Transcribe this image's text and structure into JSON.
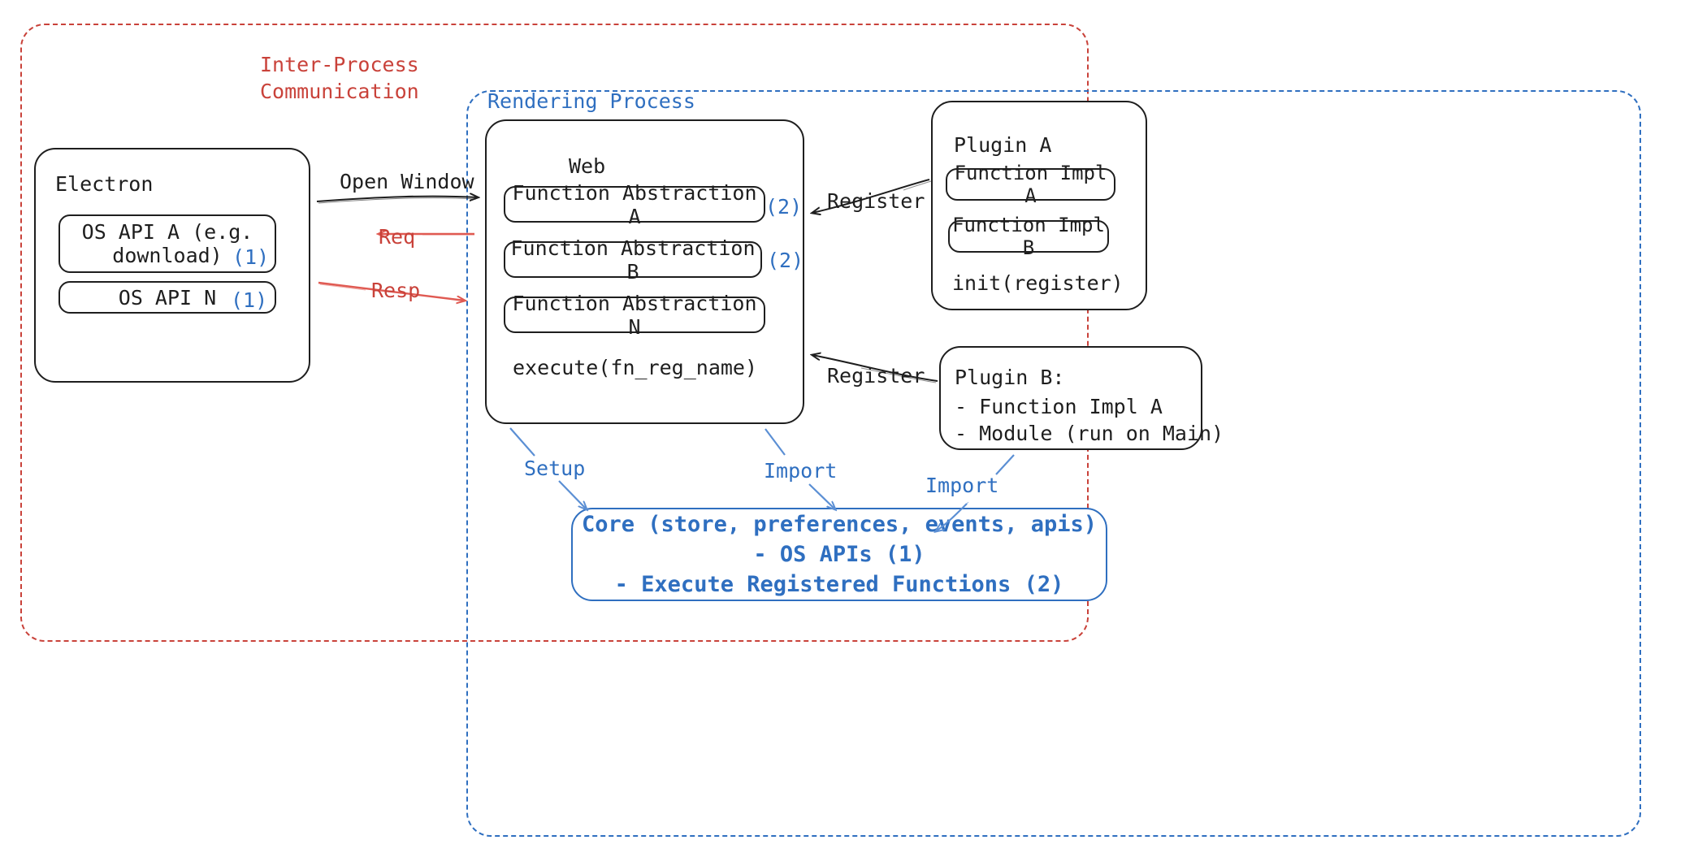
{
  "diagram": {
    "title": "Electron plugin architecture",
    "colors": {
      "red": "#c9423a",
      "blue": "#2f6fc0",
      "black": "#1e1e1e",
      "background": "#ffffff"
    },
    "groups": [
      {
        "id": "ipc",
        "label": "Inter-Process\nCommunication",
        "style": "dashed",
        "color": "#c9423a"
      },
      {
        "id": "rendering",
        "label": "Rendering Process",
        "style": "dashed",
        "color": "#2f6fc0"
      }
    ],
    "electron": {
      "title": "Electron",
      "items": [
        {
          "label": "OS API A (e.g.\ndownload)",
          "badge": "(1)"
        },
        {
          "label": "OS API N",
          "badge": "(1)"
        }
      ]
    },
    "web": {
      "title": "Web",
      "items": [
        {
          "label": "Function Abstraction A",
          "badge": "(2)"
        },
        {
          "label": "Function Abstraction B",
          "badge": "(2)"
        },
        {
          "label": "Function Abstraction N",
          "badge": ""
        }
      ],
      "footer": "execute(fn_reg_name)"
    },
    "plugin_a": {
      "title": "Plugin A",
      "items": [
        {
          "label": "Function Impl A"
        },
        {
          "label": "Function Impl B"
        }
      ],
      "footer": "init(register)"
    },
    "plugin_b": {
      "title": "Plugin B:",
      "lines": [
        "- Function Impl A",
        "- Module (run on Main)"
      ]
    },
    "core": {
      "lines": [
        "Core (store, preferences, events, apis)",
        "- OS APIs (1)",
        "- Execute Registered Functions (2)"
      ]
    },
    "edges": [
      {
        "id": "open-window",
        "label": "Open Window",
        "color": "#1e1e1e",
        "from": "electron",
        "to": "web"
      },
      {
        "id": "req",
        "label": "Req",
        "color": "#c9423a",
        "from": "web",
        "to": "electron"
      },
      {
        "id": "resp",
        "label": "Resp",
        "color": "#c9423a",
        "from": "electron",
        "to": "web"
      },
      {
        "id": "register-a",
        "label": "Register",
        "color": "#1e1e1e",
        "from": "plugin_a",
        "to": "web"
      },
      {
        "id": "register-b",
        "label": "Register",
        "color": "#1e1e1e",
        "from": "plugin_b",
        "to": "web"
      },
      {
        "id": "setup",
        "label": "Setup",
        "color": "#2f6fc0",
        "from": "web",
        "to": "core"
      },
      {
        "id": "import-web",
        "label": "Import",
        "color": "#2f6fc0",
        "from": "web",
        "to": "core"
      },
      {
        "id": "import-plugin",
        "label": "Import",
        "color": "#2f6fc0",
        "from": "plugin_b",
        "to": "core"
      }
    ]
  }
}
